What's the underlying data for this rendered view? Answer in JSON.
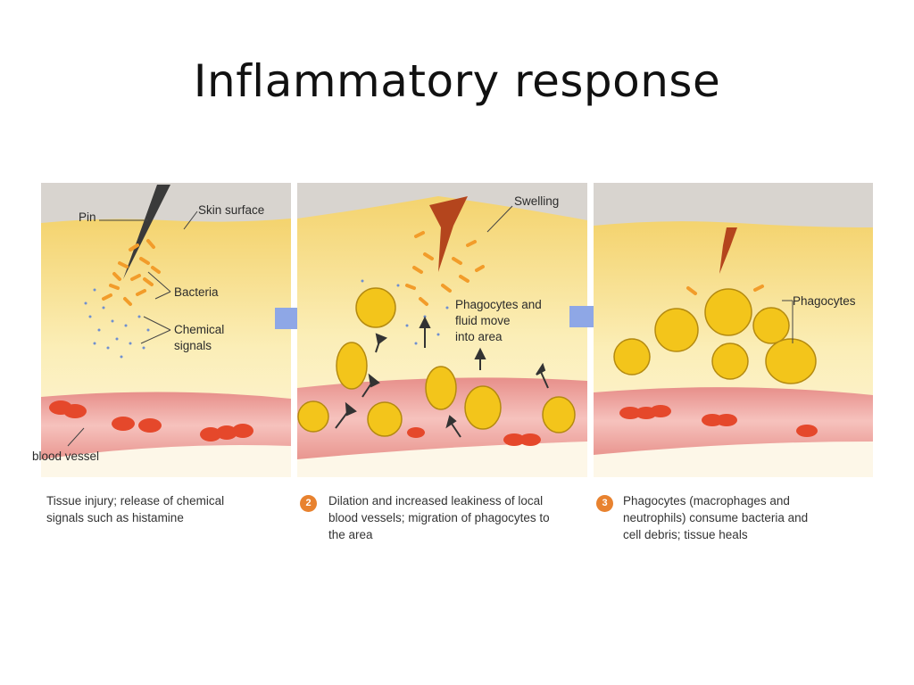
{
  "slide": {
    "title": "Inflammatory response"
  },
  "panel1": {
    "labels": {
      "pin": "Pin",
      "skin_surface": "Skin surface",
      "bacteria": "Bacteria",
      "chemical_signals_line1": "Chemical",
      "chemical_signals_line2": "signals",
      "blood_vessel": "blood vessel"
    },
    "caption_line1": "Tissue injury; release of chemical",
    "caption_line2": "signals such as histamine"
  },
  "panel2": {
    "step": "2",
    "labels": {
      "swelling": "Swelling",
      "move_line1": "Phagocytes and",
      "move_line2": "fluid move",
      "move_line3": "into area"
    },
    "caption_line1": "Dilation and increased leakiness of local",
    "caption_line2": "blood vessels; migration of phagocytes to",
    "caption_line3": "the area"
  },
  "panel3": {
    "step": "3",
    "labels": {
      "phagocytes": "Phagocytes"
    },
    "caption_line1": "Phagocytes (macrophages and",
    "caption_line2": "neutrophils) consume bacteria and",
    "caption_line3": "cell debris; tissue heals"
  },
  "colors": {
    "skin": "#f7dc86",
    "vessel": "#f0a9a4",
    "rbc": "#e5482b",
    "phagocyte": "#f3c51b",
    "bacteria": "#f29c2a",
    "arrow": "#8ea7e6",
    "step_badge": "#e8822f"
  }
}
